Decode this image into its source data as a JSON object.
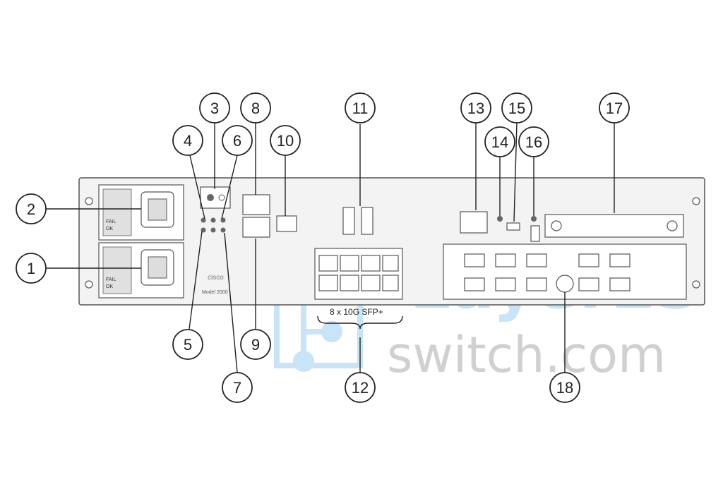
{
  "diagram": {
    "callouts": [
      "1",
      "2",
      "3",
      "4",
      "5",
      "6",
      "7",
      "8",
      "9",
      "10",
      "11",
      "12",
      "13",
      "14",
      "15",
      "16",
      "17",
      "18"
    ],
    "bracket_label": "8 x 10G SFP+",
    "brand_text": "cisco",
    "model_text": "Model 2000",
    "psu_labels": [
      "FAIL",
      "OK"
    ],
    "watermark": {
      "line1": "Layer23",
      "line2": "switch.com"
    }
  },
  "colors": {
    "line": "#222222",
    "chassis": "#f3f3f3",
    "watermark_blue": "#bfe0f5",
    "watermark_gray": "#c8c8c8"
  }
}
